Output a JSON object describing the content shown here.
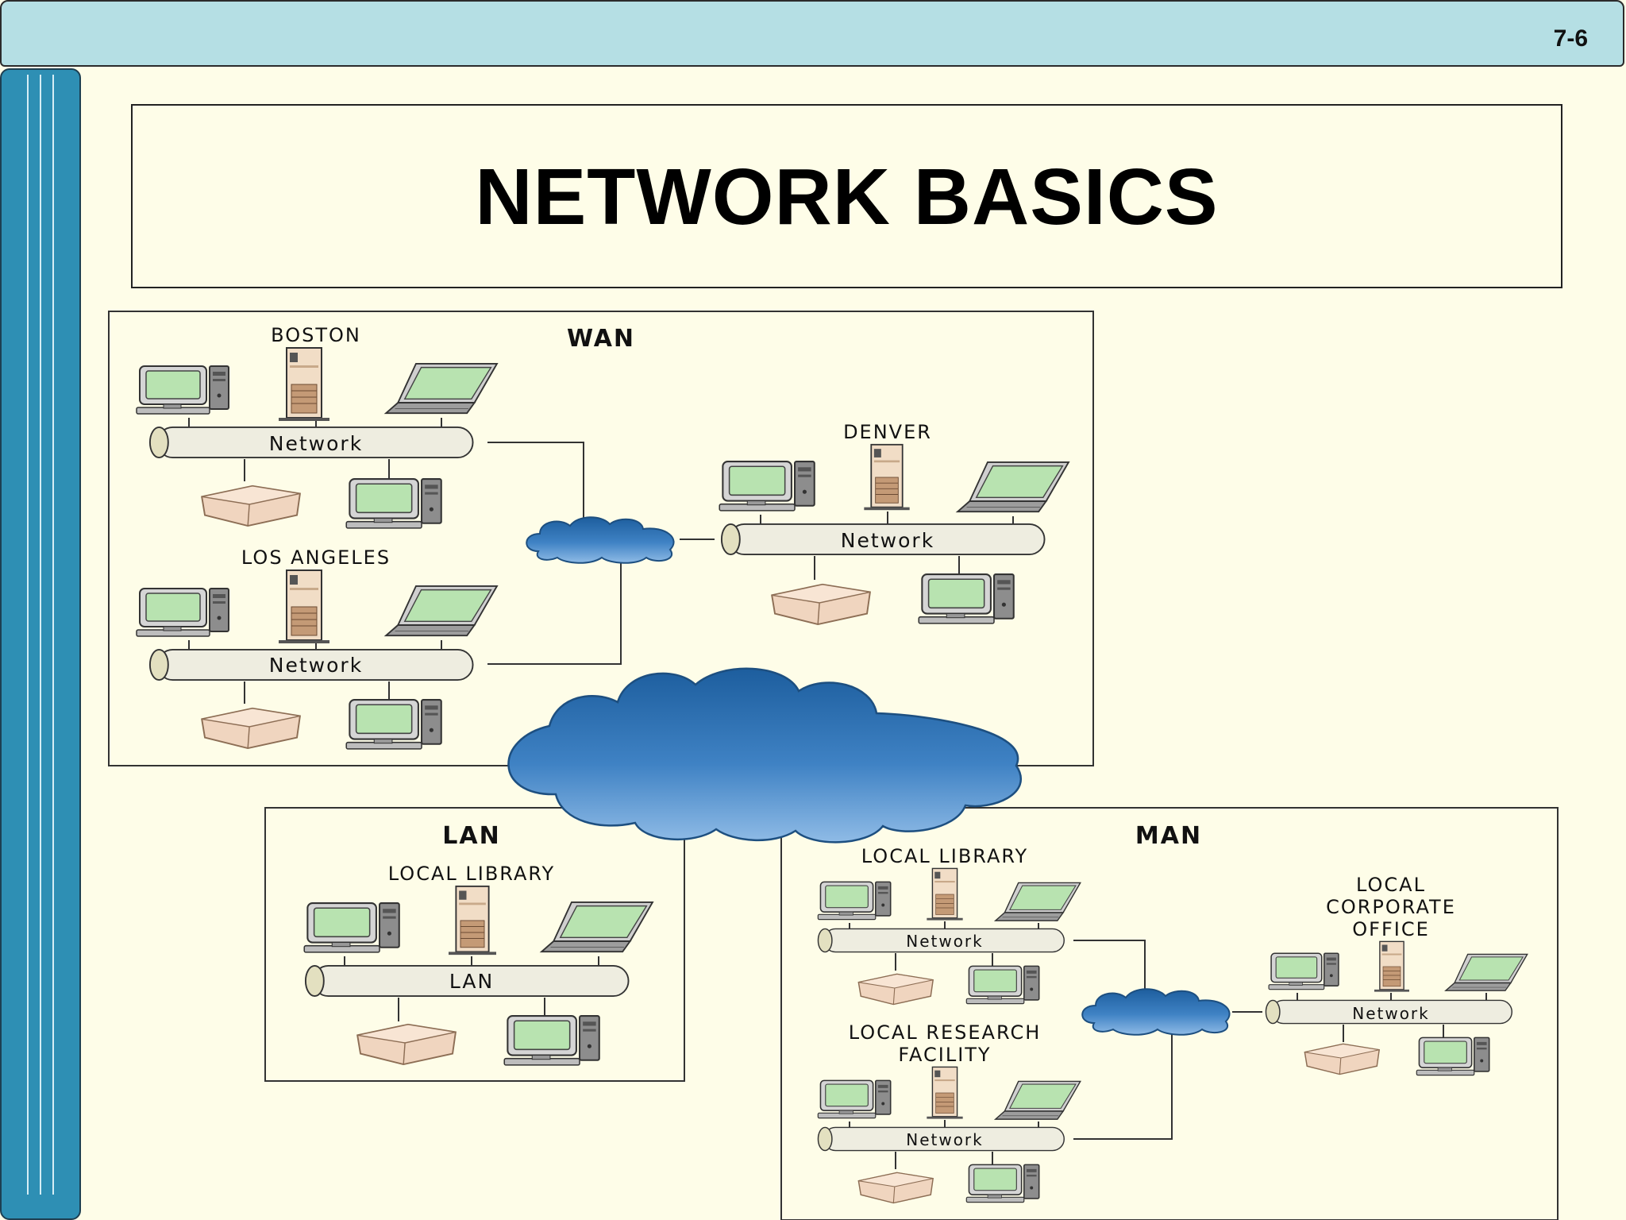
{
  "slide": {
    "number": "7-6",
    "title": "NETWORK BASICS"
  },
  "wan": {
    "header": "WAN",
    "sites": [
      {
        "name": "BOSTON",
        "bus_label": "Network"
      },
      {
        "name": "LOS ANGELES",
        "bus_label": "Network"
      },
      {
        "name": "DENVER",
        "bus_label": "Network"
      }
    ]
  },
  "lan": {
    "header": "LAN",
    "sites": [
      {
        "name": "LOCAL LIBRARY",
        "bus_label": "LAN"
      }
    ]
  },
  "man": {
    "header": "MAN",
    "sites": [
      {
        "name": "LOCAL LIBRARY",
        "bus_label": "Network"
      },
      {
        "name_lines": [
          "LOCAL RESEARCH",
          "FACILITY"
        ],
        "bus_label": "Network"
      },
      {
        "name_lines": [
          "LOCAL",
          "CORPORATE",
          "OFFICE"
        ],
        "bus_label": "Network"
      }
    ]
  },
  "colors": {
    "background": "#fefde8",
    "top_bar": "#b5dfe4",
    "sidebar": "#2e8fb4",
    "cloud": "#3d7fc0",
    "bus": "#eeede0",
    "screen": "#b8e3b0"
  },
  "icons": [
    "desktop-computer-icon",
    "server-tower-icon",
    "laptop-icon",
    "printer-icon",
    "cloud-icon"
  ]
}
